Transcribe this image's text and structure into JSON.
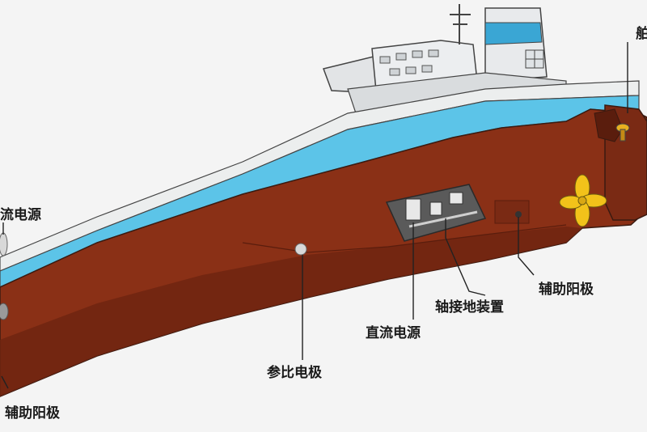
{
  "labels": {
    "top_right_cut": "舶",
    "dc_source_left": "流电源",
    "aux_anode_right": "辅助阳极",
    "shaft_ground": "轴接地装置",
    "dc_source_center": "直流电源",
    "reference_electrode": "参比电极",
    "aux_anode_left": "辅助阳极"
  },
  "colors": {
    "hull_red": "#8a3016",
    "hull_dark": "#6e2410",
    "stripe_blue": "#5cc4e8",
    "deck_white": "#eceeee",
    "superstructure": "#e6e8ea",
    "funnel_band": "#3aa6d4",
    "propeller": "#f2c21a"
  }
}
